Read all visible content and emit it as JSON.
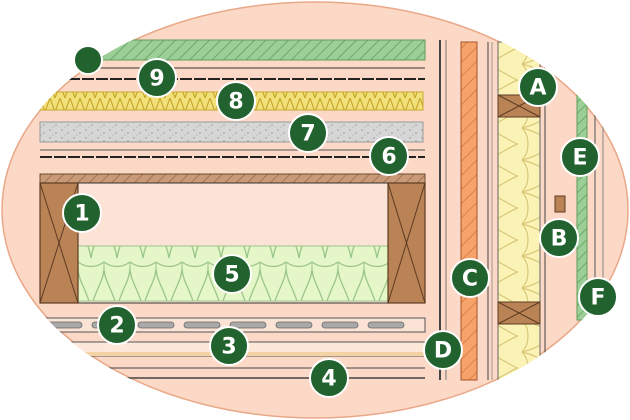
{
  "colors": {
    "background_oval": "#fcd9c6",
    "marker_fill": "#21622f",
    "marker_text": "#ffffff",
    "stud_wood": "#b98355",
    "insulation_batt": "#e6f7c9",
    "yellow_layer": "#f2e07a",
    "gray_layer": "#d4d4d4",
    "green_layer": "#8fc48b",
    "orange_layer": "#f4a46c",
    "cream_insulation": "#fbf2b5"
  },
  "markers": {
    "m1": "1",
    "m2": "2",
    "m3": "3",
    "m4": "4",
    "m5": "5",
    "m6": "6",
    "m7": "7",
    "m8": "8",
    "m9": "9",
    "mA": "A",
    "mB": "B",
    "mC": "C",
    "mD": "D",
    "mE": "E",
    "mF": "F"
  }
}
